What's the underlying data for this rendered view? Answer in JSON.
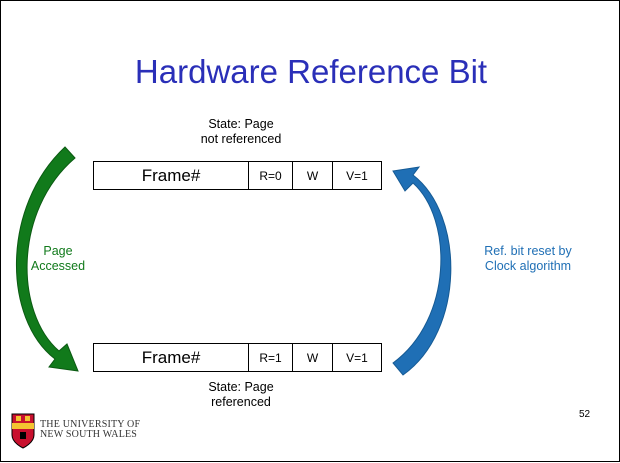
{
  "slide": {
    "title": "Hardware Reference Bit",
    "top_state": {
      "line1": "State: Page",
      "line2": "not referenced"
    },
    "bottom_state": {
      "line1": "State: Page",
      "line2": "referenced"
    },
    "top_entry": {
      "frame": "Frame#",
      "r": "R=0",
      "w": "W",
      "v": "V=1"
    },
    "bottom_entry": {
      "frame": "Frame#",
      "r": "R=1",
      "w": "W",
      "v": "V=1"
    },
    "left_arrow_label": {
      "line1": "Page",
      "line2": "Accessed",
      "color": "#117a1b"
    },
    "right_arrow_label": {
      "line1": "Ref. bit reset by",
      "line2": "Clock algorithm",
      "color": "#1f6fb5"
    },
    "footer": {
      "university_line1": "THE UNIVERSITY OF",
      "university_line2": "NEW SOUTH WALES",
      "page_number": "52"
    }
  }
}
